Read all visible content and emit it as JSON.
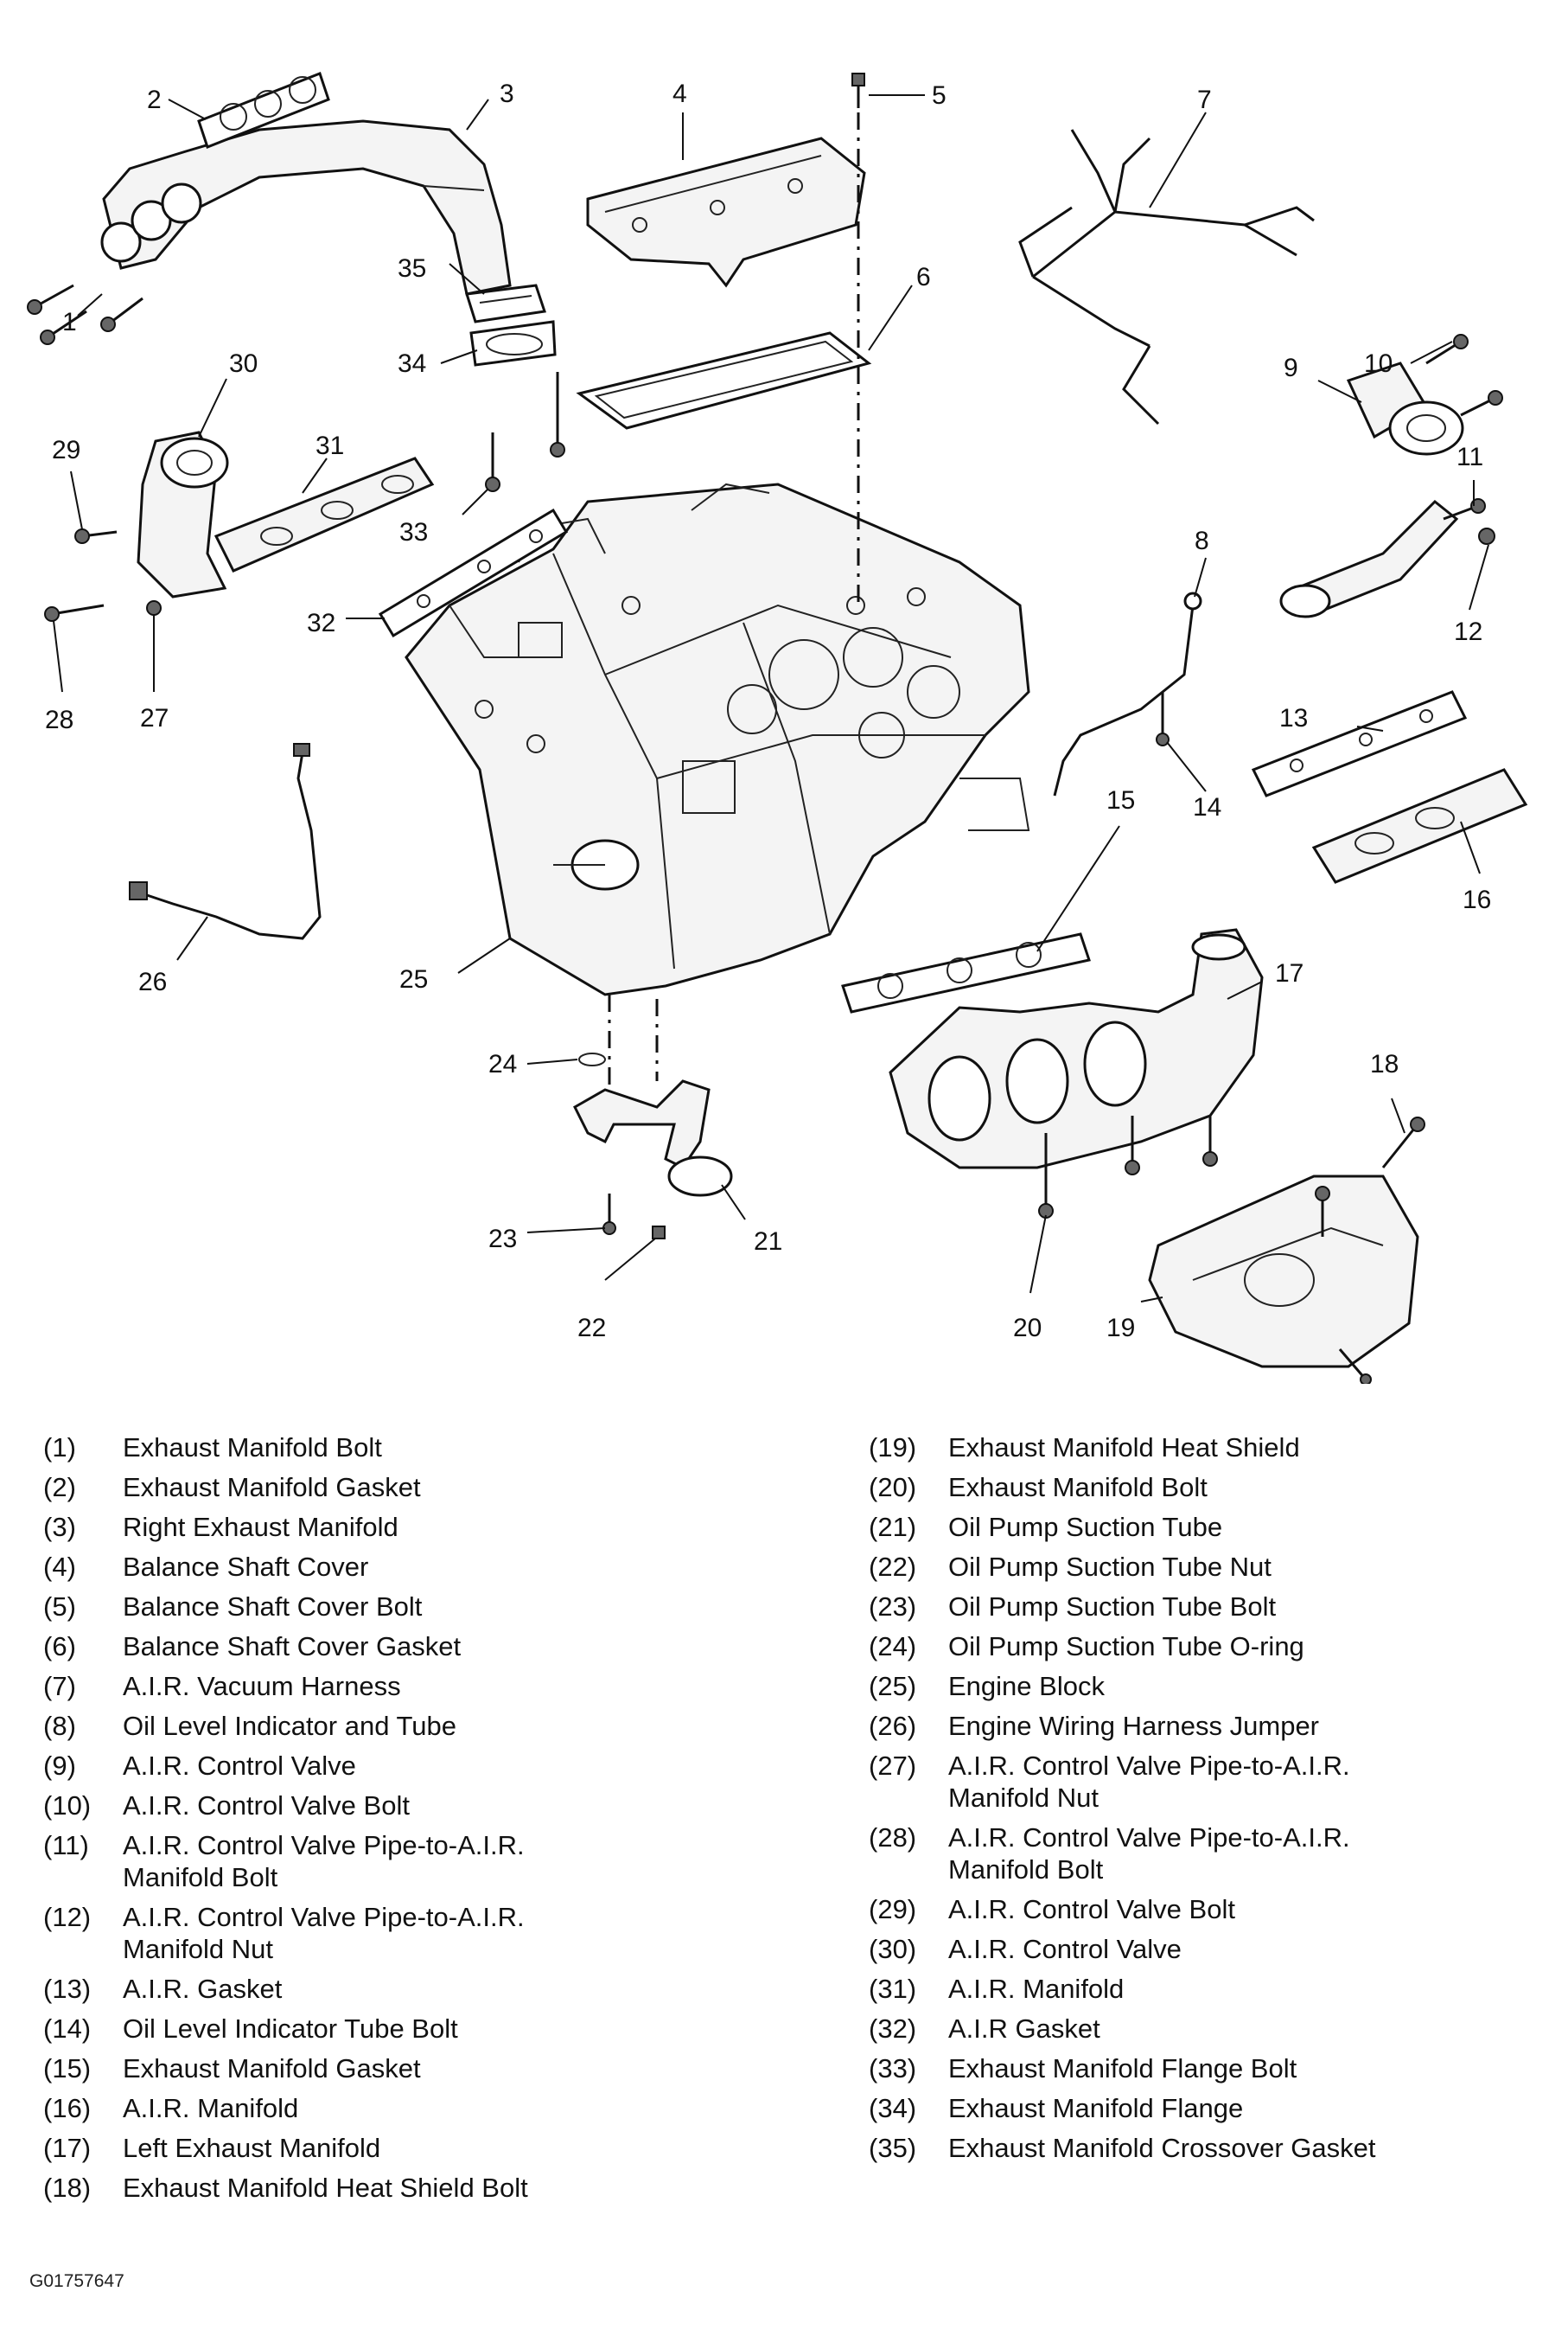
{
  "callouts": [
    "1",
    "2",
    "3",
    "4",
    "5",
    "6",
    "7",
    "8",
    "9",
    "10",
    "11",
    "12",
    "13",
    "14",
    "15",
    "16",
    "17",
    "18",
    "19",
    "20",
    "21",
    "22",
    "23",
    "24",
    "25",
    "26",
    "27",
    "28",
    "29",
    "30",
    "31",
    "32",
    "33",
    "34",
    "35"
  ],
  "legend": {
    "left": [
      {
        "num": "(1)",
        "name": "Exhaust Manifold Bolt"
      },
      {
        "num": "(2)",
        "name": "Exhaust Manifold Gasket"
      },
      {
        "num": "(3)",
        "name": "Right Exhaust Manifold"
      },
      {
        "num": "(4)",
        "name": "Balance Shaft Cover"
      },
      {
        "num": "(5)",
        "name": "Balance Shaft Cover Bolt"
      },
      {
        "num": "(6)",
        "name": "Balance Shaft Cover Gasket"
      },
      {
        "num": "(7)",
        "name": "A.I.R. Vacuum Harness"
      },
      {
        "num": "(8)",
        "name": "Oil Level Indicator and Tube"
      },
      {
        "num": "(9)",
        "name": "A.I.R. Control Valve"
      },
      {
        "num": "(10)",
        "name": "A.I.R. Control Valve Bolt"
      },
      {
        "num": "(11)",
        "name": "A.I.R. Control Valve Pipe-to-A.I.R. Manifold Bolt"
      },
      {
        "num": "(12)",
        "name": "A.I.R. Control Valve Pipe-to-A.I.R. Manifold Nut"
      },
      {
        "num": "(13)",
        "name": "A.I.R. Gasket"
      },
      {
        "num": "(14)",
        "name": "Oil Level Indicator Tube Bolt"
      },
      {
        "num": "(15)",
        "name": "Exhaust Manifold Gasket"
      },
      {
        "num": "(16)",
        "name": "A.I.R. Manifold"
      },
      {
        "num": "(17)",
        "name": "Left Exhaust Manifold"
      },
      {
        "num": "(18)",
        "name": "Exhaust Manifold Heat Shield Bolt"
      }
    ],
    "right": [
      {
        "num": "(19)",
        "name": "Exhaust Manifold Heat Shield"
      },
      {
        "num": "(20)",
        "name": "Exhaust Manifold Bolt"
      },
      {
        "num": "(21)",
        "name": "Oil Pump Suction Tube"
      },
      {
        "num": "(22)",
        "name": "Oil Pump Suction Tube Nut"
      },
      {
        "num": "(23)",
        "name": "Oil Pump Suction Tube Bolt"
      },
      {
        "num": "(24)",
        "name": "Oil Pump Suction Tube O-ring"
      },
      {
        "num": "(25)",
        "name": "Engine Block"
      },
      {
        "num": "(26)",
        "name": "Engine Wiring Harness Jumper"
      },
      {
        "num": "(27)",
        "name": "A.I.R. Control Valve Pipe-to-A.I.R. Manifold Nut"
      },
      {
        "num": "(28)",
        "name": "A.I.R. Control Valve Pipe-to-A.I.R. Manifold Bolt"
      },
      {
        "num": "(29)",
        "name": "A.I.R. Control Valve Bolt"
      },
      {
        "num": "(30)",
        "name": "A.I.R. Control Valve"
      },
      {
        "num": "(31)",
        "name": "A.I.R. Manifold"
      },
      {
        "num": "(32)",
        "name": "A.I.R Gasket"
      },
      {
        "num": "(33)",
        "name": "Exhaust Manifold Flange Bolt"
      },
      {
        "num": "(34)",
        "name": "Exhaust Manifold Flange"
      },
      {
        "num": "(35)",
        "name": "Exhaust Manifold Crossover Gasket"
      }
    ]
  },
  "figure_code": "G01757647"
}
